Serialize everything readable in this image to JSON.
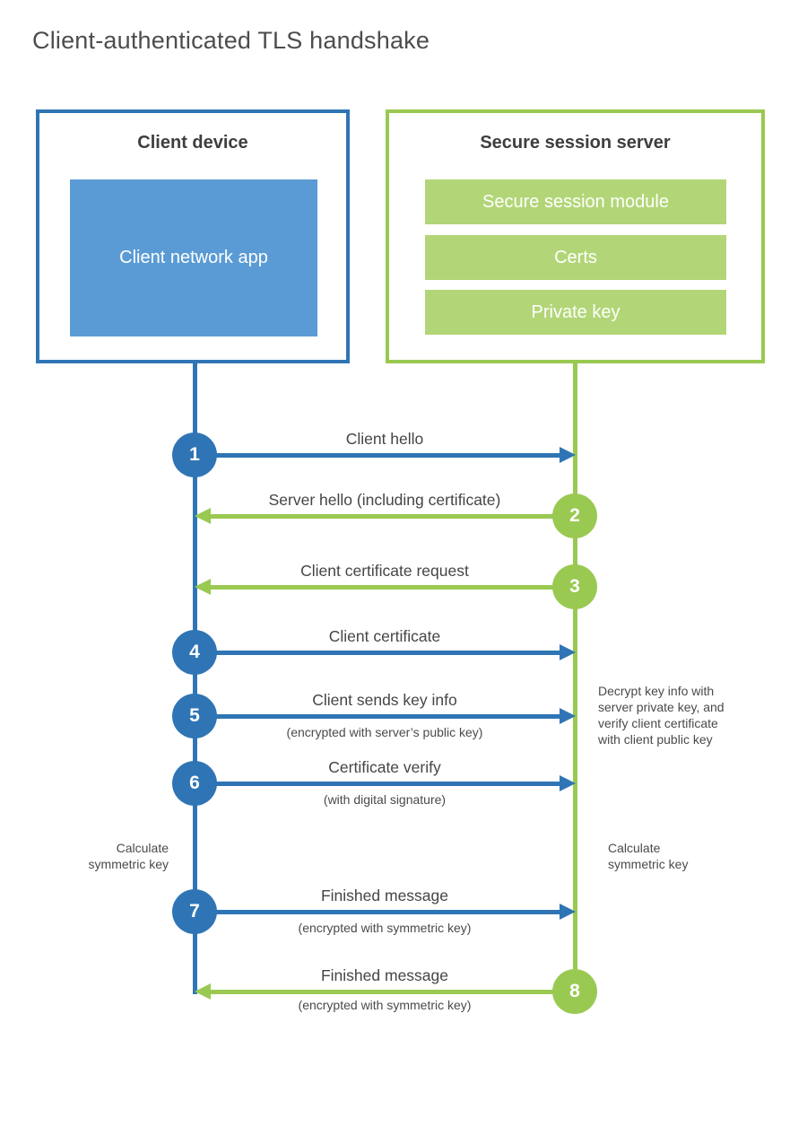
{
  "title": "Client-authenticated TLS handshake",
  "colors": {
    "blue": "#2F75B5",
    "blue_light": "#5B9BD5",
    "green": "#9AC952",
    "green_light": "#B2D677",
    "text": "#4A4A4C",
    "heading": "#3E3E40"
  },
  "client_box": {
    "title": "Client device",
    "app_label": "Client network app"
  },
  "server_box": {
    "title": "Secure session server",
    "modules": [
      "Secure session module",
      "Certs",
      "Private key"
    ]
  },
  "messages": [
    {
      "number": "1",
      "label": "Client hello",
      "sublabel": "",
      "direction": "client-to-server"
    },
    {
      "number": "2",
      "label": "Server hello (including certificate)",
      "sublabel": "",
      "direction": "server-to-client"
    },
    {
      "number": "3",
      "label": "Client certificate request",
      "sublabel": "",
      "direction": "server-to-client"
    },
    {
      "number": "4",
      "label": "Client certificate",
      "sublabel": "",
      "direction": "client-to-server"
    },
    {
      "number": "5",
      "label": "Client sends key info",
      "sublabel": "(encrypted with server’s public key)",
      "direction": "client-to-server"
    },
    {
      "number": "6",
      "label": "Certificate verify",
      "sublabel": "(with digital signature)",
      "direction": "client-to-server"
    },
    {
      "number": "7",
      "label": "Finished message",
      "sublabel": "(encrypted with symmetric key)",
      "direction": "client-to-server"
    },
    {
      "number": "8",
      "label": "Finished message",
      "sublabel": "(encrypted with symmetric key)",
      "direction": "server-to-client"
    }
  ],
  "notes": {
    "decrypt": "Decrypt key info with server private key, and verify client certificate with client public key",
    "calc_left": "Calculate symmetric key",
    "calc_right": "Calculate symmetric key"
  }
}
